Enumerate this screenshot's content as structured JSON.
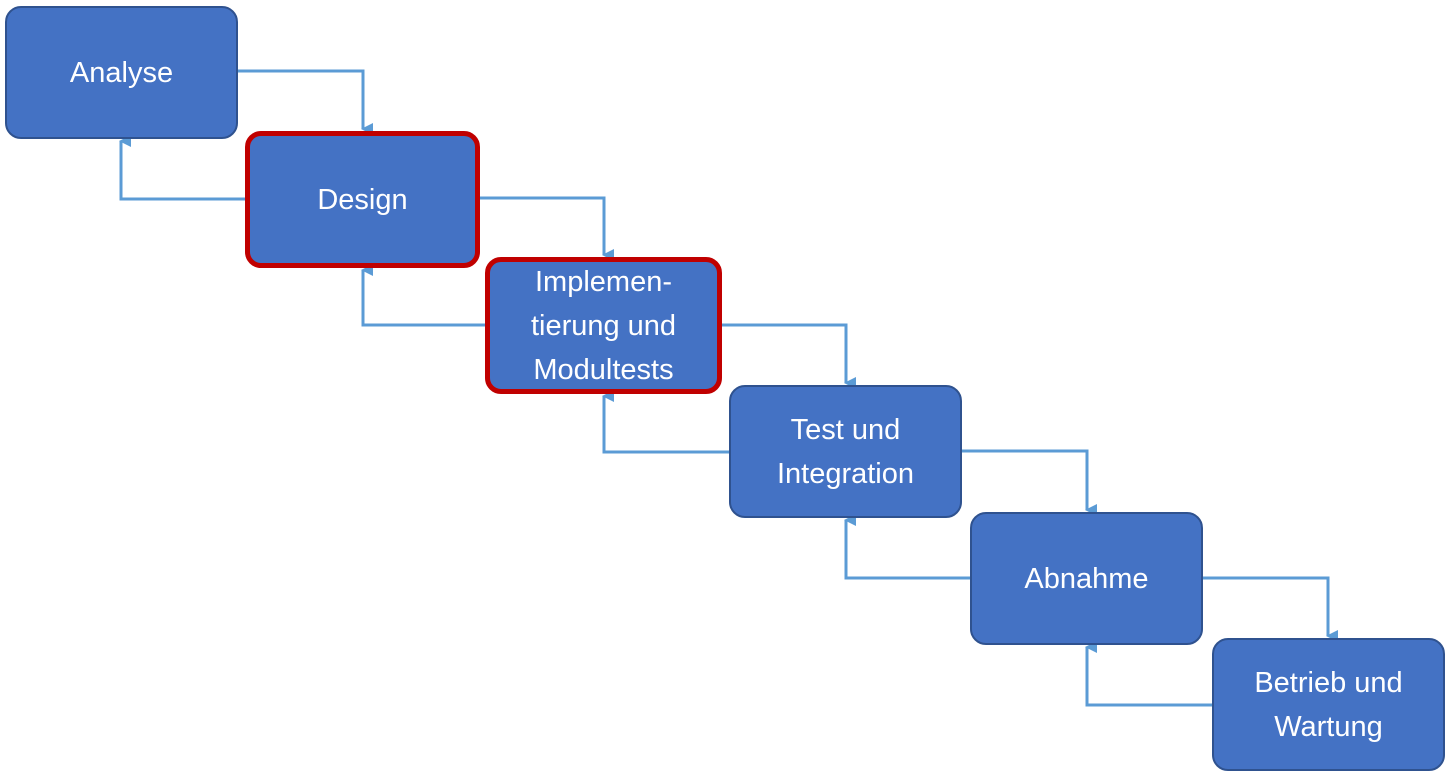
{
  "diagram": {
    "type": "waterfall-process",
    "colors": {
      "box_fill": "#4472c4",
      "box_border": "#2f528f",
      "highlight_border": "#c00000",
      "arrow": "#5b9bd5",
      "text": "#ffffff"
    },
    "phases": [
      {
        "id": "analyse",
        "lines": [
          "Analyse"
        ],
        "highlighted": false
      },
      {
        "id": "design",
        "lines": [
          "Design"
        ],
        "highlighted": true
      },
      {
        "id": "implement",
        "lines": [
          "Implemen-",
          "tierung und",
          "Modultests"
        ],
        "highlighted": true
      },
      {
        "id": "test",
        "lines": [
          "Test und",
          "Integration"
        ],
        "highlighted": false
      },
      {
        "id": "abnahme",
        "lines": [
          "Abnahme"
        ],
        "highlighted": false
      },
      {
        "id": "betrieb",
        "lines": [
          "Betrieb und",
          "Wartung"
        ],
        "highlighted": false
      }
    ]
  }
}
